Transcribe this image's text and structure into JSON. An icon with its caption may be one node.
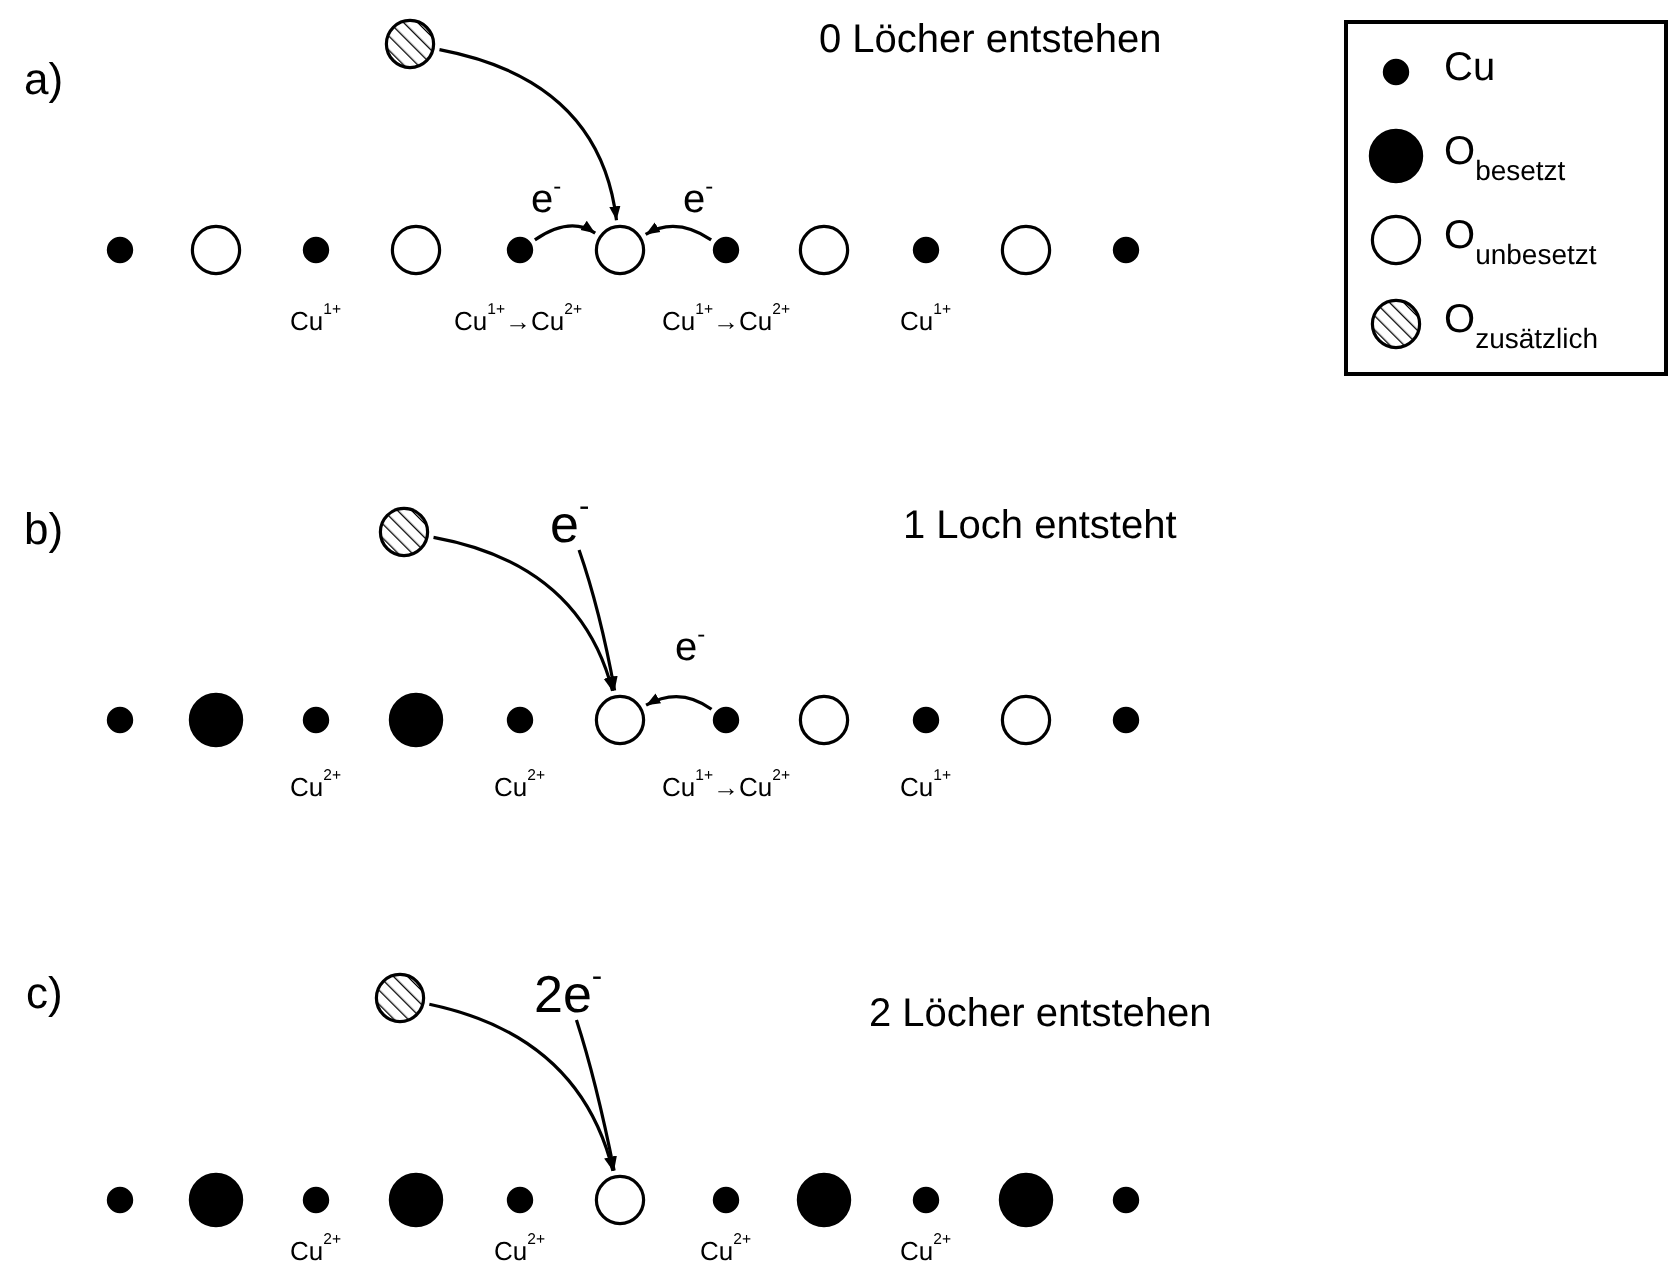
{
  "diagram": {
    "nodes": [
      {
        "text": [],
        "shape": "circle"
      },
      {
        "text": [],
        "shape": "circle"
      },
      {
        "text": [],
        "shape": "circle"
      },
      {
        "text": [],
        "shape": "circle"
      },
      {
        "text": [],
        "shape": "circle"
      },
      {
        "text": [],
        "shape": "circle"
      },
      {
        "text": [],
        "shape": "circle"
      },
      {
        "text": [],
        "shape": "circle"
      },
      {
        "text": [],
        "shape": "circle"
      },
      {
        "text": [],
        "shape": "circle"
      },
      {
        "text": [],
        "shape": "circle"
      },
      {
        "text": [],
        "shape": "circle"
      },
      {
        "text": [],
        "shape": "circle"
      },
      {
        "text": [
          "e$^{-}$"
        ]
      },
      {
        "text": [],
        "shape": "circle"
      },
      {
        "text": [],
        "shape": "circle"
      },
      {
        "text": [],
        "shape": "circle"
      },
      {
        "text": [],
        "shape": "circle"
      },
      {
        "text": [],
        "shape": "circle"
      },
      {
        "text": [],
        "shape": "circle"
      },
      {
        "text": [],
        "shape": "circle"
      },
      {
        "text": [],
        "shape": "circle"
      },
      {
        "text": [],
        "shape": "circle"
      },
      {
        "text": [],
        "shape": "circle"
      },
      {
        "text": [],
        "shape": "circle"
      },
      {
        "text": [],
        "shape": "circle"
      },
      {
        "text": [
          "2e$^{-}$"
        ]
      },
      {
        "text": [],
        "shape": "circle"
      },
      {
        "text": [],
        "shape": "circle"
      },
      {
        "text": [],
        "shape": "circle"
      },
      {
        "text": [],
        "shape": "circle"
      },
      {
        "text": [],
        "shape": "circle"
      },
      {
        "text": [],
        "shape": "circle"
      },
      {
        "text": [],
        "shape": "circle"
      },
      {
        "text": [],
        "shape": "circle"
      },
      {
        "text": [],
        "shape": "circle"
      },
      {
        "text": [],
        "shape": "circle"
      },
      {
        "text": [],
        "shape": "circle"
      }
    ],
    "edges": [
      {
        "from": 0,
        "to": 6,
        "arrow": "to"
      },
      {
        "from": 5,
        "to": 6,
        "arrow": "to",
        "label": "e$^{-}$"
      },
      {
        "from": 7,
        "to": 6,
        "arrow": "to",
        "label": "e$^{-}$"
      },
      {
        "from": 12,
        "to": 19,
        "arrow": "to"
      },
      {
        "from": 13,
        "to": 19,
        "arrow": "to"
      },
      {
        "from": 20,
        "to": 19,
        "arrow": "to",
        "label": "e$^{-}$"
      },
      {
        "from": 25,
        "to": 32,
        "arrow": "to"
      },
      {
        "from": 26,
        "to": 32,
        "arrow": "to"
      }
    ],
    "labels": [
      "a)",
      "0 Löcher entstehen",
      "Cu$^{1+}$",
      "Cu$^{1+}$→Cu$^{2+}$",
      "Cu$^{1+}$→Cu$^{2+}$",
      "Cu$^{1+}$",
      "b)",
      "1 Loch entsteht",
      "Cu$^{2+}$",
      "Cu$^{2+}$",
      "Cu$^{1+}$→Cu$^{2+}$",
      "Cu$^{1+}$",
      "c)",
      "2 Löcher entstehen",
      "Cu$^{2+}$",
      "Cu$^{2+}$",
      "Cu$^{2+}$",
      "Cu$^{2+}$"
    ],
    "legend": [
      {
        "text": "Cu"
      },
      {
        "text": "O$_{besetzt}$"
      },
      {
        "text": "O$_{unbesetzt}$"
      },
      {
        "text": "O$_{zusätzlich}$"
      }
    ]
  }
}
